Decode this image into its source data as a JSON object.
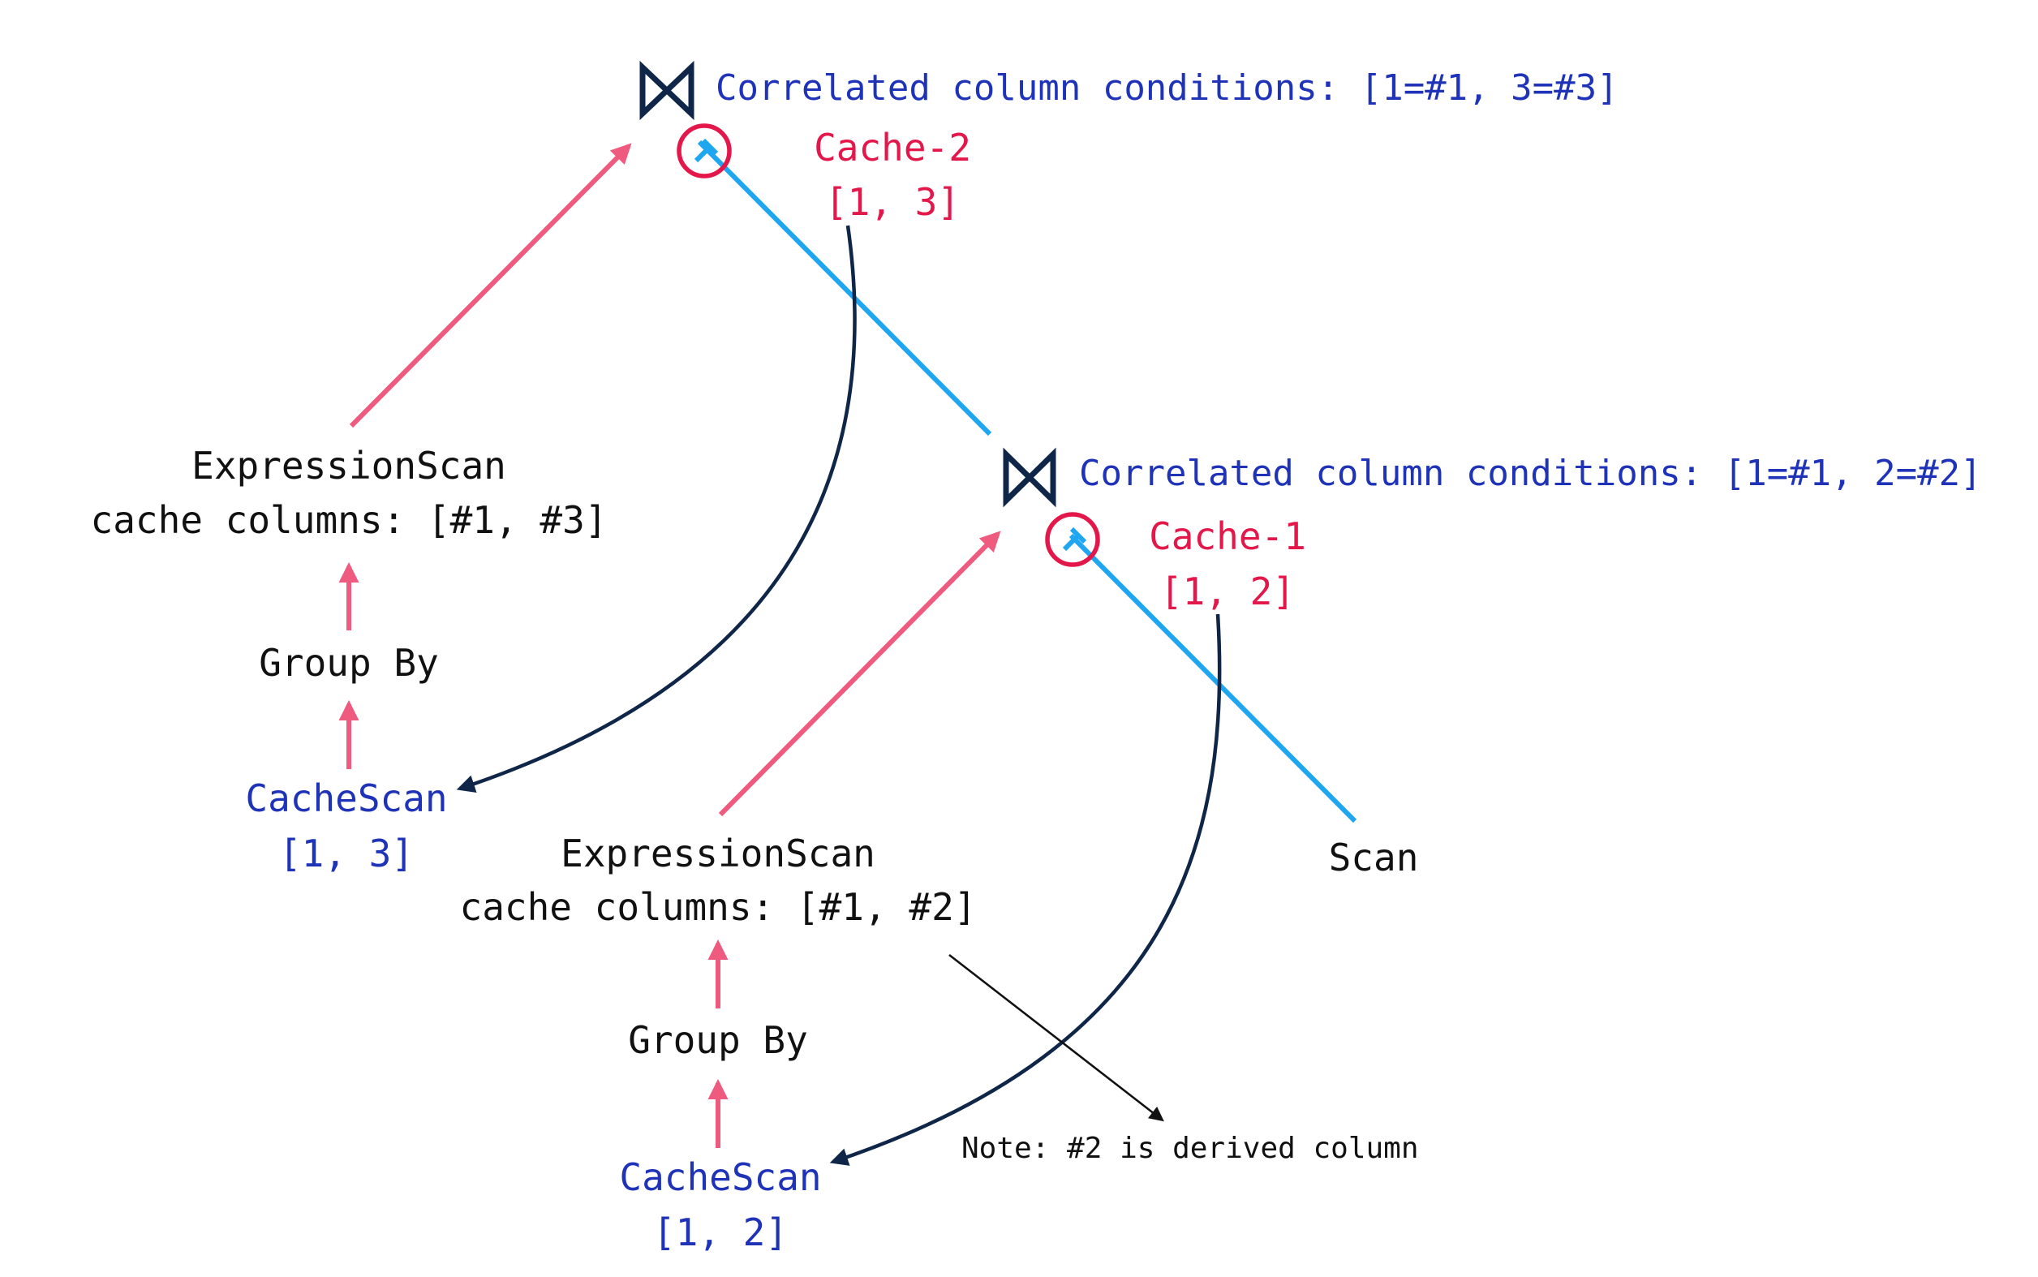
{
  "colors": {
    "operator_text": "#111111",
    "correlation_text": "#1f33b8",
    "cache_text": "#e3174a",
    "tree_edge": "#1ea7f0",
    "data_flow_edge": "#ef5a7f",
    "cache_link": "#0f2648"
  },
  "top_join": {
    "icon": "bowtie-join-icon",
    "condition": "Correlated column conditions: [1=#1, 3=#3]",
    "cache_name": "Cache-2",
    "cache_columns": "[1, 3]"
  },
  "inner_join": {
    "icon": "bowtie-join-icon",
    "condition": "Correlated column conditions: [1=#1, 2=#2]",
    "cache_name": "Cache-1",
    "cache_columns": "[1, 2]"
  },
  "left_branch": {
    "expression_scan": "ExpressionScan",
    "cache_columns_label": "cache columns: [#1, #3]",
    "group_by": "Group By",
    "cache_scan": "CacheScan",
    "cache_scan_columns": "[1, 3]"
  },
  "middle_branch": {
    "expression_scan": "ExpressionScan",
    "cache_columns_label": "cache columns: [#1, #2]",
    "group_by": "Group By",
    "cache_scan": "CacheScan",
    "cache_scan_columns": "[1, 2]"
  },
  "scan": "Scan",
  "note": "Note: #2 is derived column"
}
